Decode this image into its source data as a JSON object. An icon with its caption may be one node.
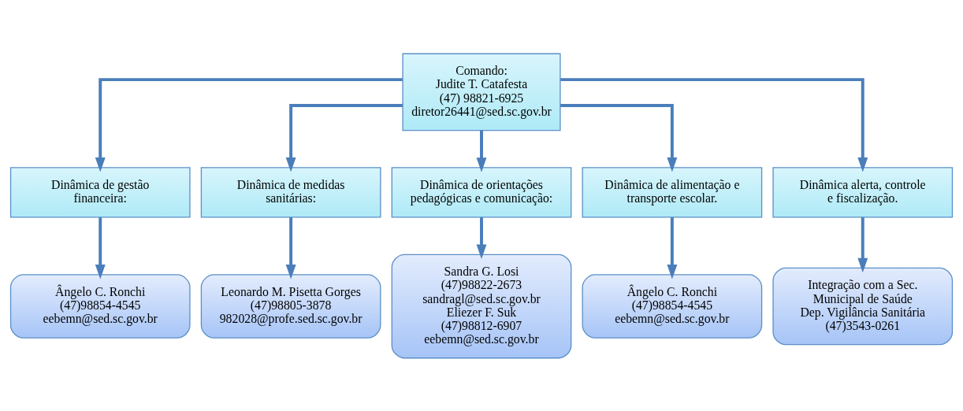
{
  "diagram": {
    "nodes": [
      {
        "text": [
          "Comando:",
          "Judite T. Catafesta",
          "(47) 98821-6925",
          "diretor26441@sed.sc.gov.br"
        ]
      },
      {
        "text": [
          "Dinâmica de gestão financeira:"
        ]
      },
      {
        "text": [
          "Dinâmica de medidas sanitárias:"
        ]
      },
      {
        "text": [
          "Dinâmica de orientações pedagógicas e comunicação:"
        ]
      },
      {
        "text": [
          "Dinâmica de alimentação e transporte escolar."
        ]
      },
      {
        "text": [
          "Dinâmica alerta, controle e fiscalização."
        ]
      },
      {
        "text": [
          "Ângelo C. Ronchi",
          "(47)98854-4545",
          "eebemn@sed.sc.gov.br"
        ]
      },
      {
        "text": [
          "Leonardo M. Pisetta Gorges",
          "(47)98805-3878",
          "982028@profe.sed.sc.gov.br"
        ]
      },
      {
        "text": [
          "Sandra G. Losi",
          "(47)98822-2673",
          "sandragl@sed.sc.gov.br",
          "Eliezer F. Suk",
          "(47)98812-6907",
          "eebemn@sed.sc.gov.br"
        ]
      },
      {
        "text": [
          "Ângelo C. Ronchi",
          "(47)98854-4545",
          "eebemn@sed.sc.gov.br"
        ]
      },
      {
        "text": [
          "Integração com a Sec. Municipal de Saúde",
          "Dep. Vigilância Sanitária",
          "(47)3543-0261"
        ]
      }
    ],
    "edges": [
      {
        "from": 0,
        "to": 1,
        "arrow": "to"
      },
      {
        "from": 0,
        "to": 2,
        "arrow": "to"
      },
      {
        "from": 0,
        "to": 3,
        "arrow": "to"
      },
      {
        "from": 0,
        "to": 4,
        "arrow": "to"
      },
      {
        "from": 0,
        "to": 5,
        "arrow": "to"
      },
      {
        "from": 1,
        "to": 6,
        "arrow": "to"
      },
      {
        "from": 2,
        "to": 7,
        "arrow": "to"
      },
      {
        "from": 3,
        "to": 8,
        "arrow": "to"
      },
      {
        "from": 4,
        "to": 9,
        "arrow": "to"
      },
      {
        "from": 5,
        "to": 10,
        "arrow": "to"
      }
    ]
  }
}
